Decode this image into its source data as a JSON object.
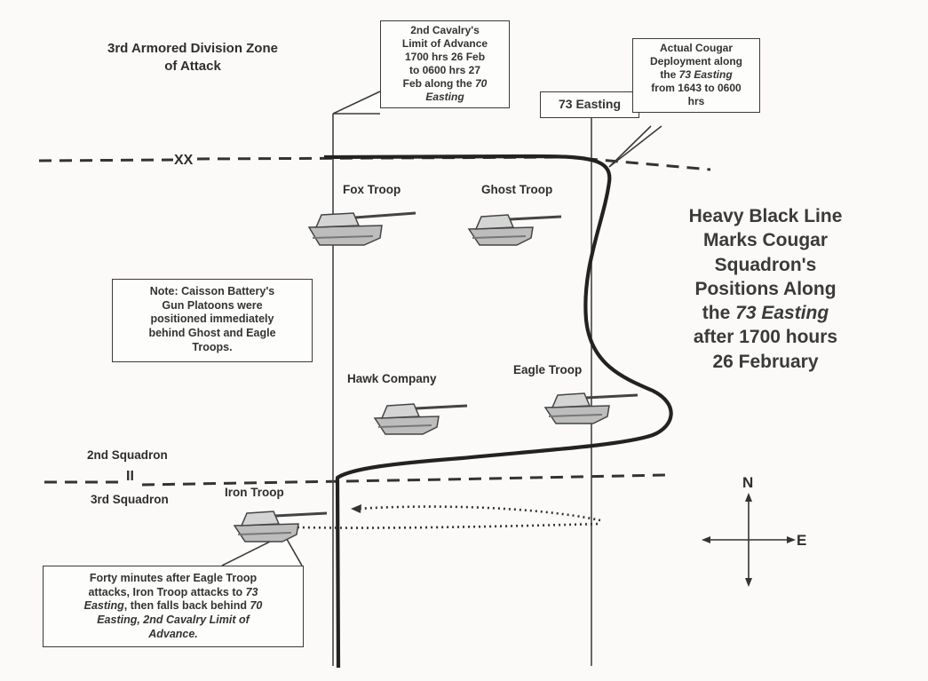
{
  "zone": {
    "title_line1": "3rd Armored Division Zone",
    "title_line2": "of Attack",
    "boundary_symbol": "XX"
  },
  "limit_callout": {
    "l1": "2nd Cavalry's",
    "l2": "Limit of Advance",
    "l3": "1700 hrs 26 Feb",
    "l4": "to 0600 hrs 27",
    "l5a": "Feb along the ",
    "l5b": "70",
    "l6": "Easting"
  },
  "easting_label": "73 Easting",
  "deploy_callout": {
    "l1": "Actual Cougar",
    "l2": "Deployment along",
    "l3a": "the ",
    "l3b": "73 Easting",
    "l4": "from 1643 to 0600",
    "l5": "hrs"
  },
  "troops": {
    "fox": "Fox Troop",
    "ghost": "Ghost Troop",
    "hawk": "Hawk Company",
    "eagle": "Eagle Troop",
    "iron": "Iron Troop"
  },
  "note": {
    "l1": "Note: Caisson Battery's",
    "l2": "Gun Platoons were",
    "l3": "positioned immediately",
    "l4": "behind Ghost and Eagle",
    "l5": "Troops."
  },
  "legend": {
    "l1": "Heavy Black Line",
    "l2": "Marks Cougar",
    "l3": "Squadron's",
    "l4": "Positions Along",
    "l5a": "the ",
    "l5b": "73 Easting",
    "l6": "after 1700 hours",
    "l7": "26 February"
  },
  "squadrons": {
    "upper": "2nd Squadron",
    "symbol": "II",
    "lower": "3rd Squadron"
  },
  "iron_callout": {
    "l1": "Forty minutes after Eagle Troop",
    "l2a": "attacks, Iron Troop attacks to ",
    "l2b": "73",
    "l3a": "Easting",
    "l3b": ", then falls back behind ",
    "l3c": "70",
    "l4": "Easting, 2nd Cavalry Limit of",
    "l5": "Advance."
  },
  "compass": {
    "north": "N",
    "east": "E"
  }
}
